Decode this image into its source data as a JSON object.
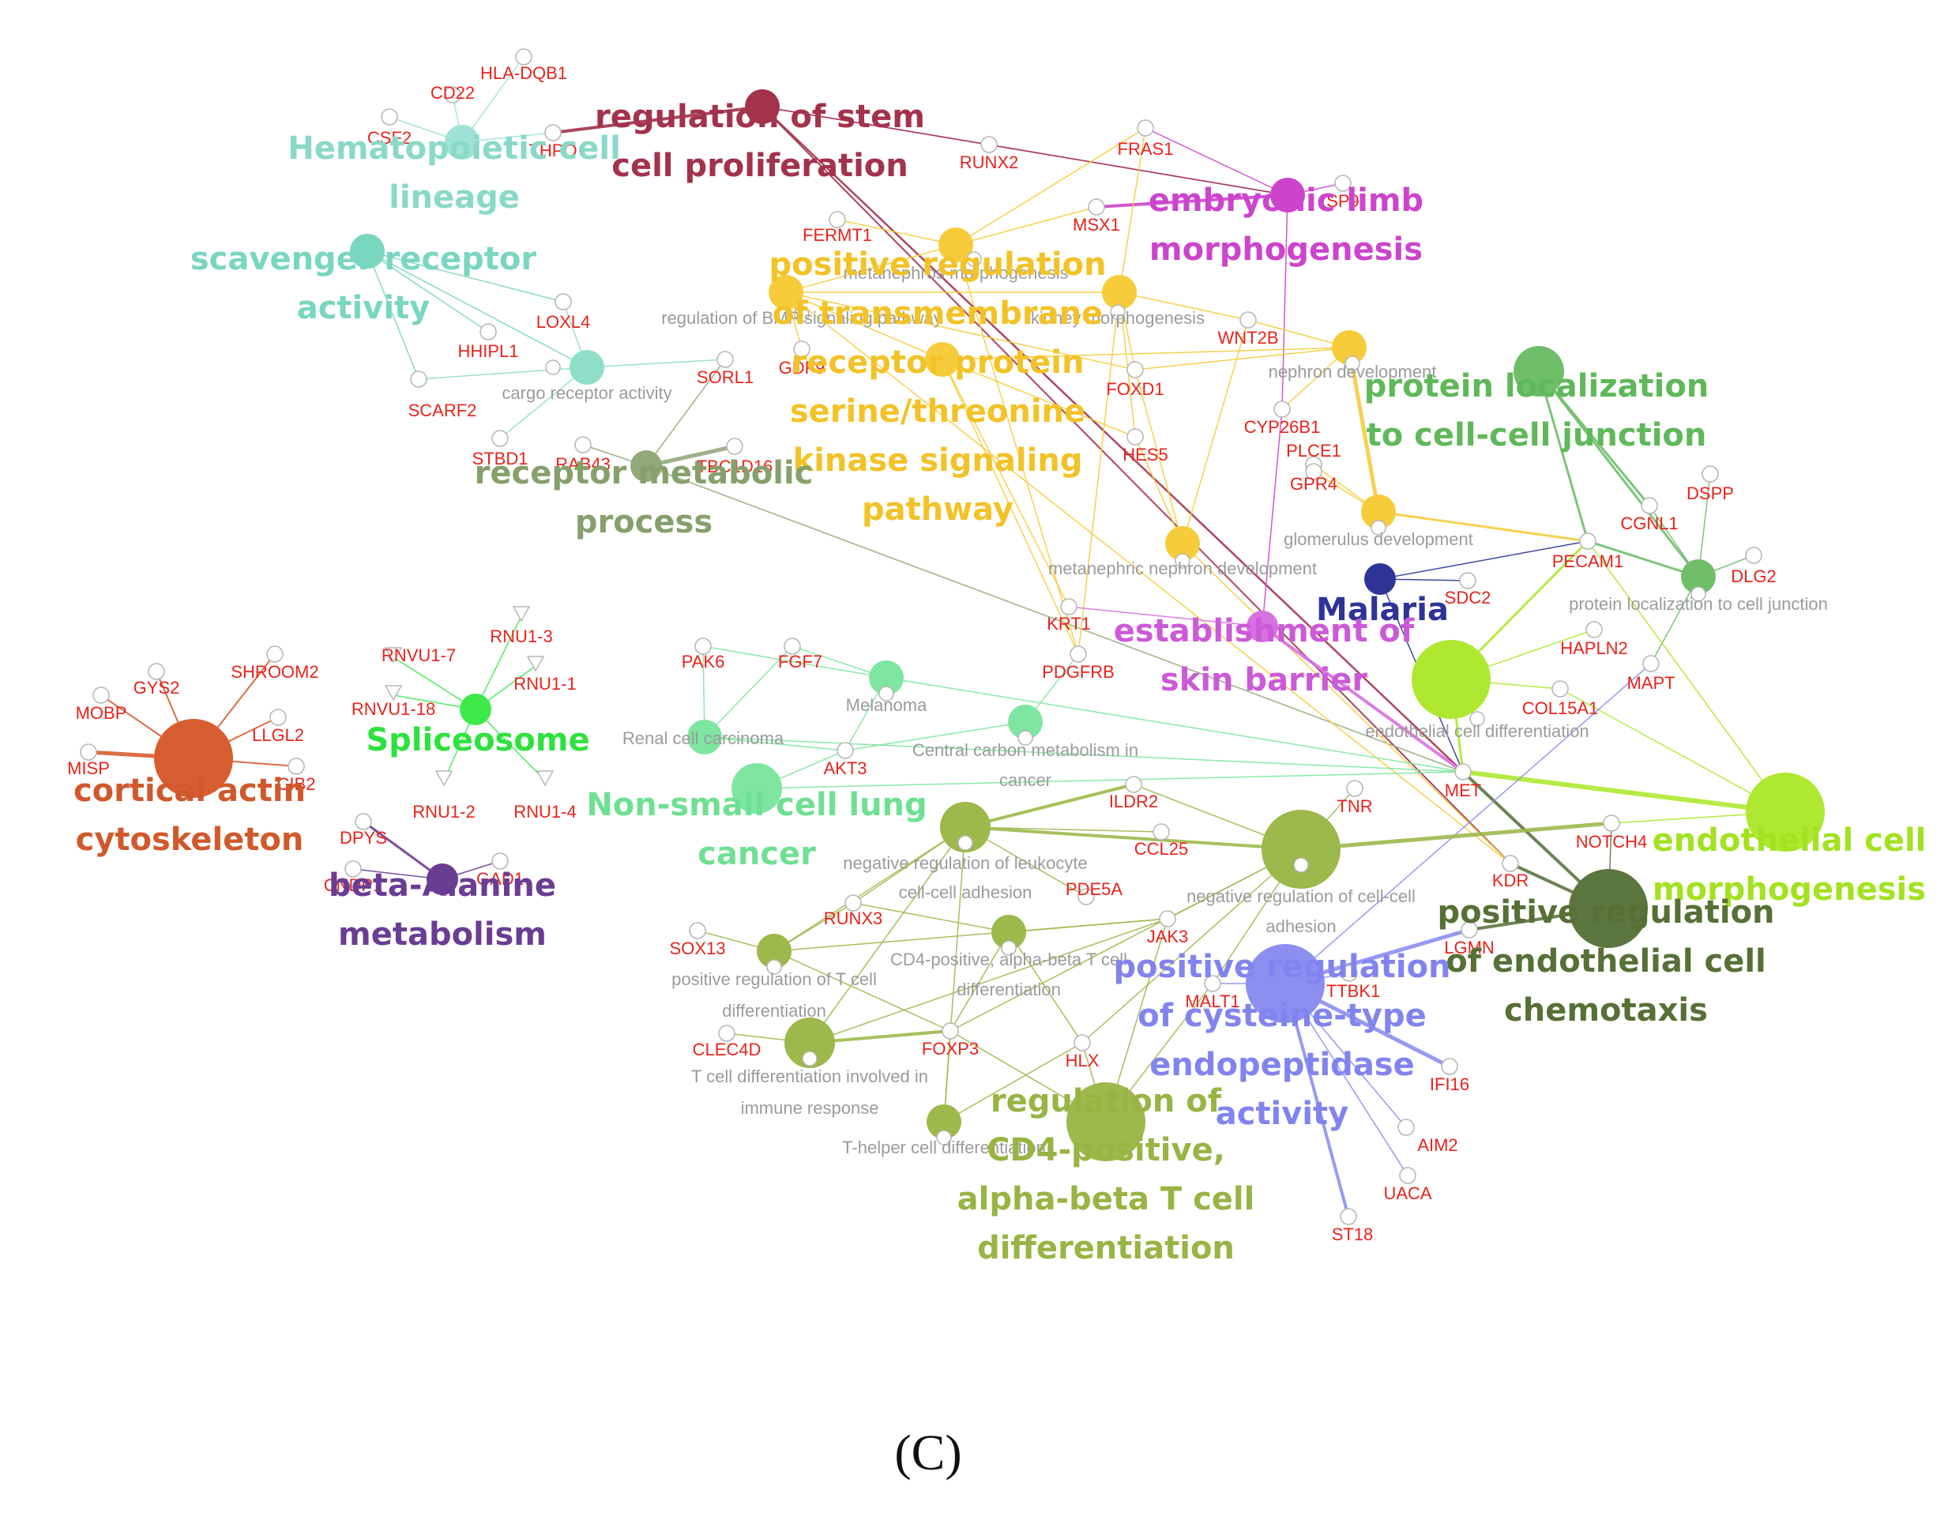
{
  "panel_label": "(C)",
  "colors": {
    "hemato": "#9fe3d6",
    "scav": "#79d6bf",
    "cargo": "#8fdfc8",
    "stem": "#a3324b",
    "limb": "#cc44cc",
    "yellow": "#f6cc3b",
    "receptor": "#93a87b",
    "actin": "#d85d30",
    "splice": "#3ee94a",
    "alanine": "#6a3d94",
    "nsclc": "#7ee6a0",
    "malaria": "#2e3496",
    "prot": "#6fbe6a",
    "endo": "#aee831",
    "posendo": "#5c7640",
    "cd4": "#9db84b",
    "cys": "#8c8ff0",
    "skin": "#d770e0"
  },
  "terms": [
    {
      "id": "hemato",
      "lines": [
        "Hematopoietic cell",
        "lineage"
      ],
      "color": "#89d9c8"
    },
    {
      "id": "scav",
      "lines": [
        "scavenger receptor",
        "activity"
      ],
      "color": "#79d6bf"
    },
    {
      "id": "stem",
      "lines": [
        "regulation of stem",
        "cell proliferation"
      ],
      "color": "#a3324b"
    },
    {
      "id": "limb",
      "lines": [
        "embryonic limb",
        "morphogenesis"
      ],
      "color": "#cc44cc"
    },
    {
      "id": "bmp",
      "lines": [
        "positive regulation",
        "of transmembrane",
        "receptor protein",
        "serine/threonine",
        "kinase signaling",
        "pathway"
      ],
      "color": "#f2c227"
    },
    {
      "id": "receptor",
      "lines": [
        "receptor metabolic",
        "process"
      ],
      "color": "#86a06b"
    },
    {
      "id": "prot",
      "lines": [
        "protein localization",
        "to cell-cell junction"
      ],
      "color": "#5fb85a"
    },
    {
      "id": "malaria",
      "lines": [
        "Malaria"
      ],
      "color": "#2e3496"
    },
    {
      "id": "skin",
      "lines": [
        "establishment of",
        "skin barrier"
      ],
      "color": "#cc5ad8"
    },
    {
      "id": "splice",
      "lines": [
        "Spliceosome"
      ],
      "color": "#2ee23d"
    },
    {
      "id": "actin",
      "lines": [
        "cortical actin",
        "cytoskeleton"
      ],
      "color": "#d0592c"
    },
    {
      "id": "alanine",
      "lines": [
        "beta-Alanine",
        "metabolism"
      ],
      "color": "#6a3d94"
    },
    {
      "id": "nsclc",
      "lines": [
        "Non-small cell lung",
        "cancer"
      ],
      "color": "#6fe093"
    },
    {
      "id": "endo",
      "lines": [
        "endothelial cell",
        "morphogenesis"
      ],
      "color": "#a2e21f"
    },
    {
      "id": "posendo",
      "lines": [
        "positive regulation",
        "of endothelial cell",
        "chemotaxis"
      ],
      "color": "#567035"
    },
    {
      "id": "cys",
      "lines": [
        "positive regulation",
        "of cysteine-type",
        "endopeptidase",
        "activity"
      ],
      "color": "#8184ee"
    },
    {
      "id": "cd4",
      "lines": [
        "regulation of",
        "CD4-positive,",
        "alpha-beta T cell",
        "differentiation"
      ],
      "color": "#98b443"
    }
  ],
  "subterms": [
    "cargo receptor activity",
    "metanephros morphogenesis",
    "regulation of BMP signaling pathway",
    "kidney morphogenesis",
    "nephron development",
    "glomerulus development",
    "metanephric nephron development",
    "protein localization to cell junction",
    "endothelial cell differentiation",
    "Renal cell carcinoma",
    "Melanoma",
    "Central carbon metabolism in",
    "cancer",
    "negative regulation of leukocyte",
    "cell-cell adhesion",
    "negative regulation of cell-cell",
    "adhesion",
    "CD4-positive, alpha-beta T cell",
    "differentiation",
    "positive regulation of T cell",
    "differentiation",
    "T cell differentiation involved in",
    "immune response",
    "T-helper cell differentiation"
  ],
  "genes": [
    "HLA-DQB1",
    "CD22",
    "CSF2",
    "THPO",
    "RUNX2",
    "FRAS1",
    "SP9",
    "MSX1",
    "FERMT1",
    "LOXL4",
    "HHIPL1",
    "SCARF2",
    "STBD1",
    "SORL1",
    "RAB43",
    "TBC1D16",
    "GDF9",
    "FOXD1",
    "WNT2B",
    "CYP26B1",
    "HES5",
    "PLCE1",
    "GPR4",
    "DSPP",
    "CGNL1",
    "DLG2",
    "PECAM1",
    "SDC2",
    "HAPLN2",
    "MAPT",
    "COL15A1",
    "MET",
    "KRT1",
    "PDGFRB",
    "PAK6",
    "FGF7",
    "AKT3",
    "ILDR2",
    "TNR",
    "CCL25",
    "NOTCH4",
    "KDR",
    "PDE5A",
    "JAK3",
    "RUNX3",
    "SOX13",
    "LGMN",
    "TTBK1",
    "MALT1",
    "IFI16",
    "AIM2",
    "UACA",
    "ST18",
    "FOXP3",
    "HLX",
    "CLEC4D",
    "RNVU1-7",
    "RNU1-3",
    "RNU1-1",
    "RNVU1-18",
    "RNU1-2",
    "RNU1-4",
    "GYS2",
    "SHROOM2",
    "MOBP",
    "LLGL2",
    "MISP",
    "CIB2",
    "DPYS",
    "GAD1",
    "CNDP1"
  ]
}
